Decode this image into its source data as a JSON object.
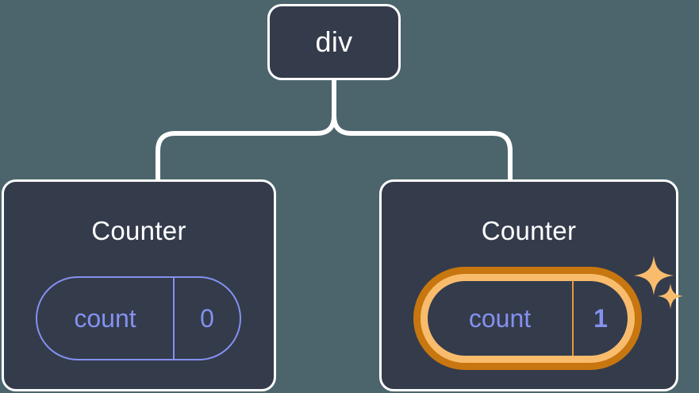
{
  "diagram": {
    "title": "react-component-tree",
    "background_color": "#4c656d",
    "node_fill": "#343b4b",
    "node_border": "#ffffff",
    "edge_color": "#ffffff",
    "state_color": "#8491f0",
    "highlight_outer_color": "#c8760f",
    "highlight_inner_color": "#f8bc6c",
    "sparkle_color": "#f8bc6c"
  },
  "root": {
    "label": "div"
  },
  "children": [
    {
      "label": "Counter",
      "state": {
        "name": "count",
        "value": "0"
      },
      "highlighted": false,
      "sparkles": 0
    },
    {
      "label": "Counter",
      "state": {
        "name": "count",
        "value": "1"
      },
      "highlighted": true,
      "sparkles": 2
    }
  ],
  "icons": {
    "sparkle_large": "sparkle-icon",
    "sparkle_small": "sparkle-icon"
  }
}
